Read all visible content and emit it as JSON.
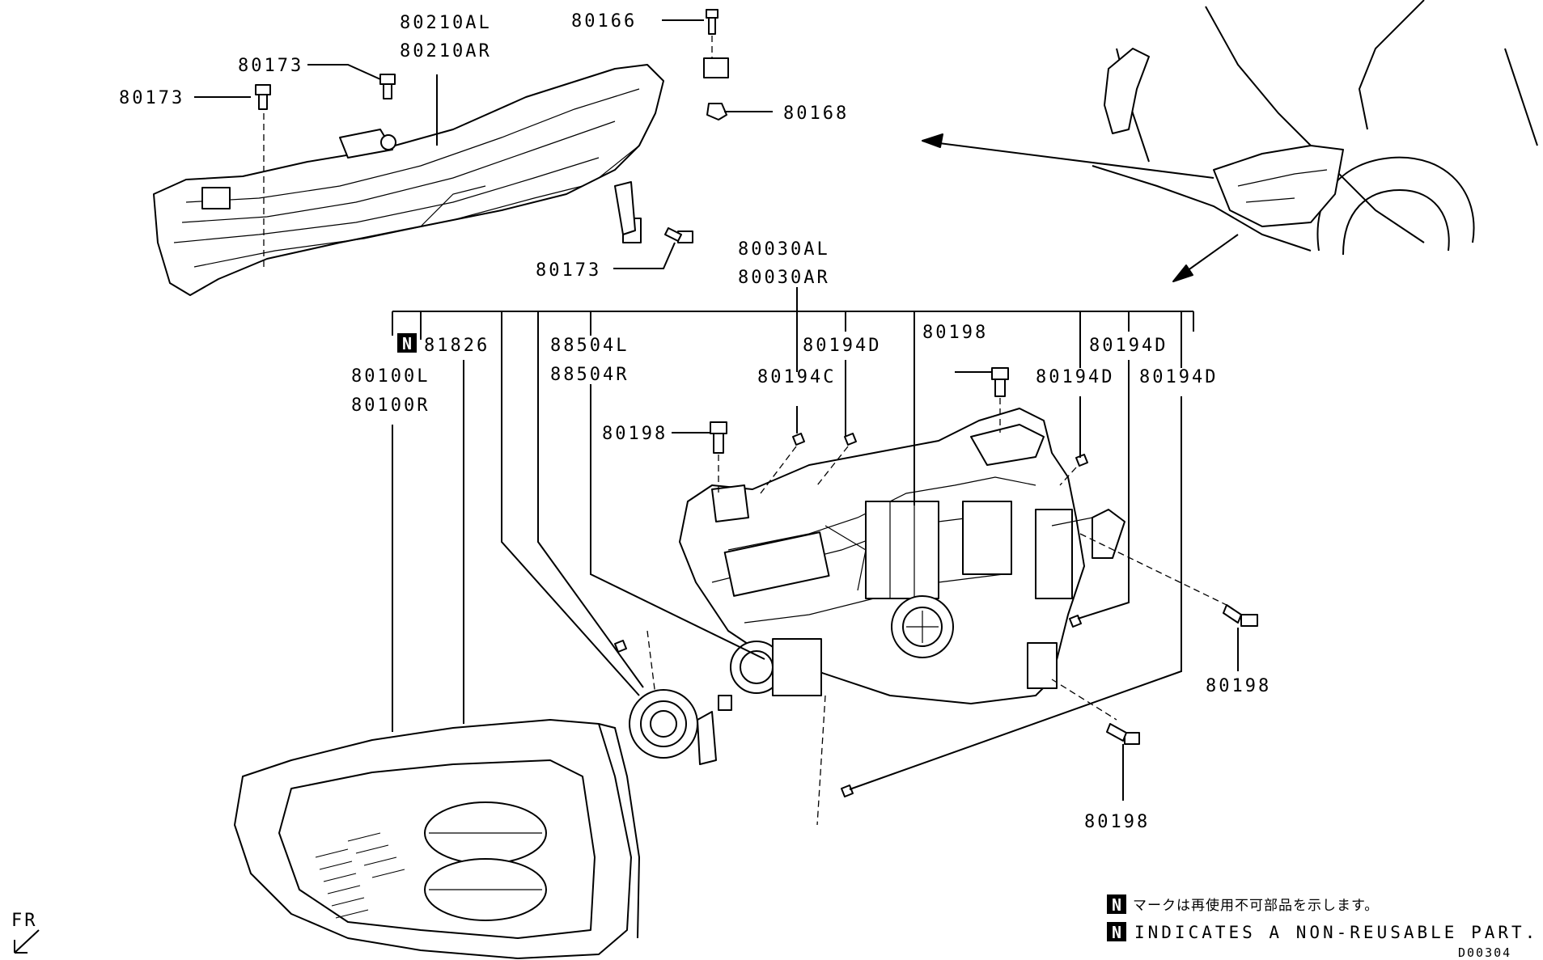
{
  "diagram": {
    "callouts": {
      "drl_lamp_a": "80210AL",
      "drl_lamp_b": "80210AR",
      "screw_top": "80166",
      "nut_top": "80168",
      "screw_a": "80173",
      "screw_b": "80173",
      "screw_c": "80173",
      "headlamp_assy_a": "80030AL",
      "headlamp_assy_b": "80030AR",
      "seal_n_badge": "N",
      "seal": "81826",
      "lens_a": "80100L",
      "lens_b": "80100R",
      "bulb_a": "88504L",
      "bulb_b": "88504R",
      "screw_194c": "80194C",
      "screw_194d_a": "80194D",
      "screw_194d_b": "80194D",
      "screw_194d_c": "80194D",
      "bolt_198_a": "80198",
      "bolt_198_b": "80198",
      "bolt_198_c": "80198",
      "bolt_198_d": "80198"
    },
    "orientation_label": "FR",
    "notes": {
      "badge": "N",
      "japanese": "マークは再使用不可部品を示します。",
      "english": "INDICATES A NON-REUSABLE PART."
    },
    "drawing_code": "D00304"
  }
}
